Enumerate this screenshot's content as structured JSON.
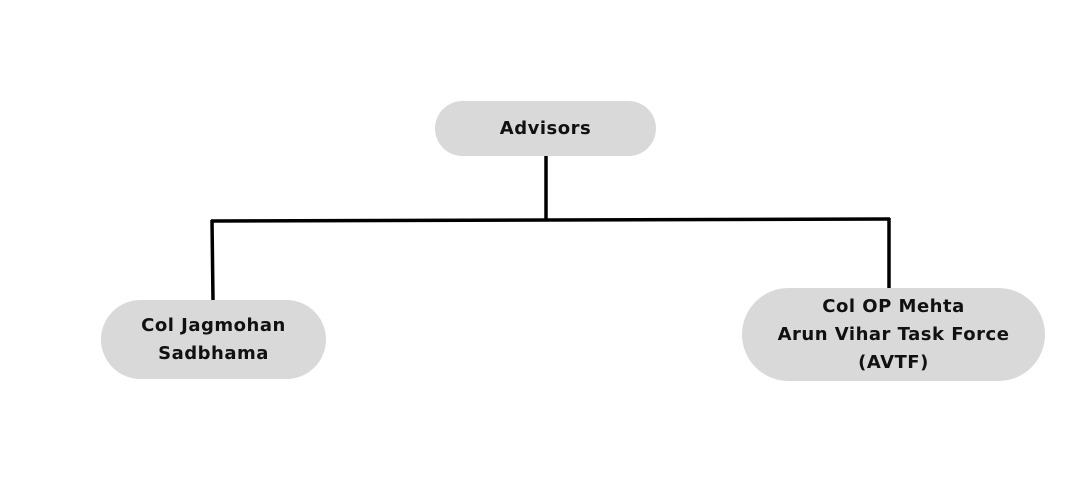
{
  "diagram": {
    "root": {
      "lines": [
        "Advisors"
      ]
    },
    "children": [
      {
        "lines": [
          "Col Jagmohan",
          "Sadbhama"
        ]
      },
      {
        "lines": [
          "Col OP Mehta",
          "Arun Vihar Task Force",
          "(AVTF)"
        ]
      }
    ]
  },
  "colors": {
    "node_fill": "#d9d9d9",
    "connector": "#000000",
    "text": "#111111",
    "background": "#ffffff"
  }
}
